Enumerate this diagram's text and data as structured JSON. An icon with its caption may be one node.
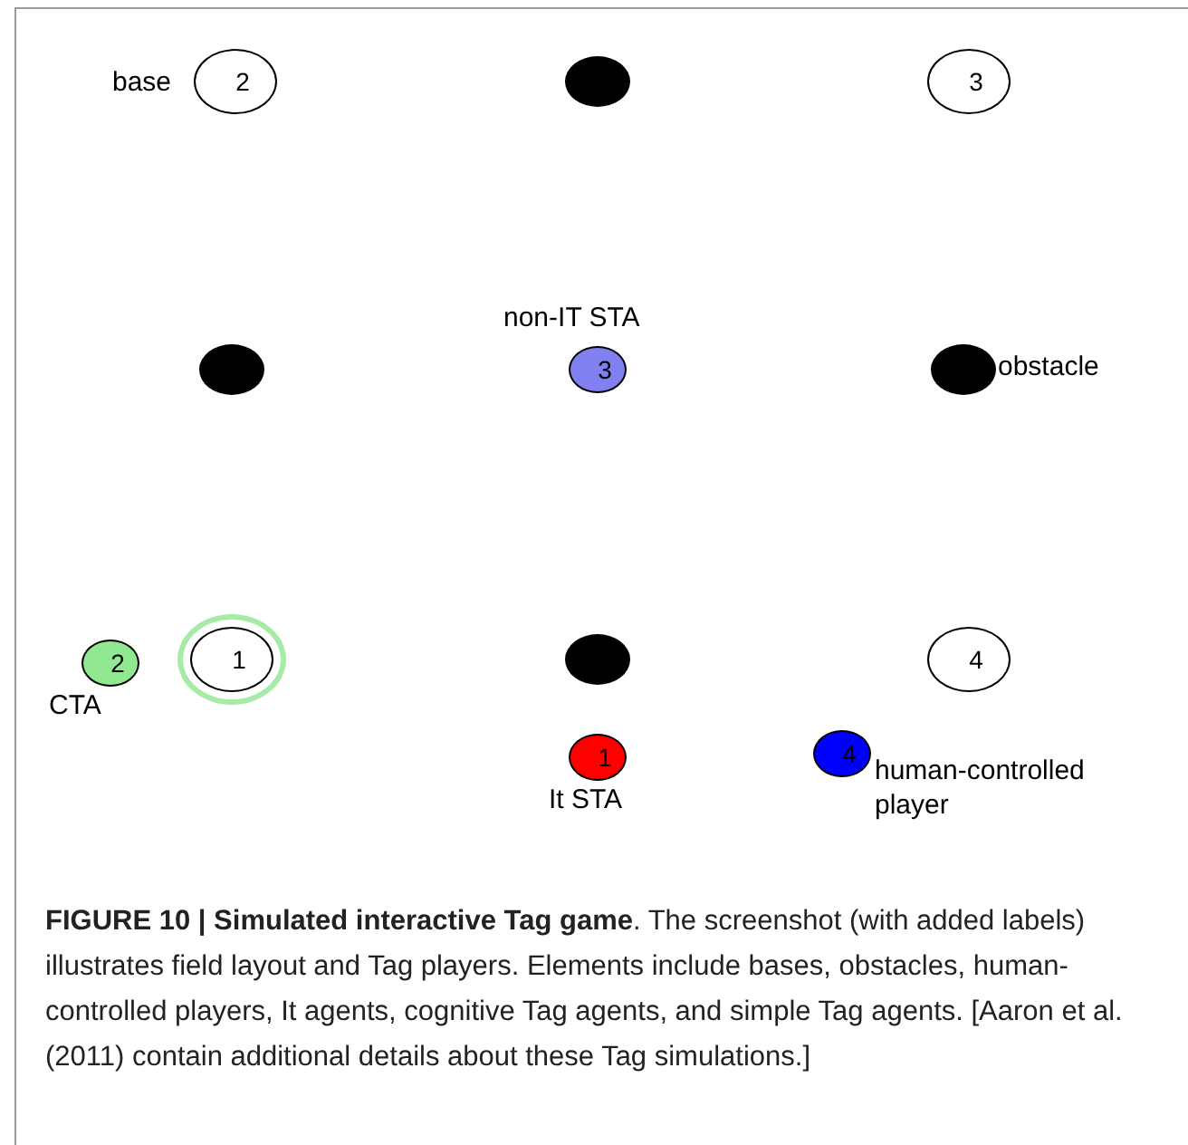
{
  "diagram": {
    "caption": "**FIGURE 10 | Simulated interactive Tag game**. The screenshot (with added labels) illustrates field layout and Tag players. Elements include bases, obstacles, human-controlled players, It agents, cognitive Tag agents, and simple Tag agents. [Aaron et al. (2011) contain additional details about these Tag simulations.]",
    "nodes": [
      {
        "text": [
          "2"
        ],
        "beside": [
          "base"
        ]
      },
      {
        "text": [],
        "shape": "circle"
      },
      {
        "text": [
          "3"
        ]
      },
      {
        "text": [],
        "shape": "circle"
      },
      {
        "text": [
          "3"
        ],
        "beside": [
          "non-IT STA"
        ]
      },
      {
        "text": [],
        "shape": "circle",
        "beside": [
          "obstacle"
        ]
      },
      {
        "text": [
          "2"
        ],
        "beside": [
          "CTA"
        ]
      },
      {
        "text": [
          "1"
        ]
      },
      {
        "text": [],
        "shape": "circle"
      },
      {
        "text": [
          "4"
        ]
      },
      {
        "text": [
          "1"
        ],
        "beside": [
          "It STA"
        ]
      },
      {
        "text": [
          "4"
        ],
        "beside": [
          "human-controlled player"
        ]
      }
    ]
  }
}
